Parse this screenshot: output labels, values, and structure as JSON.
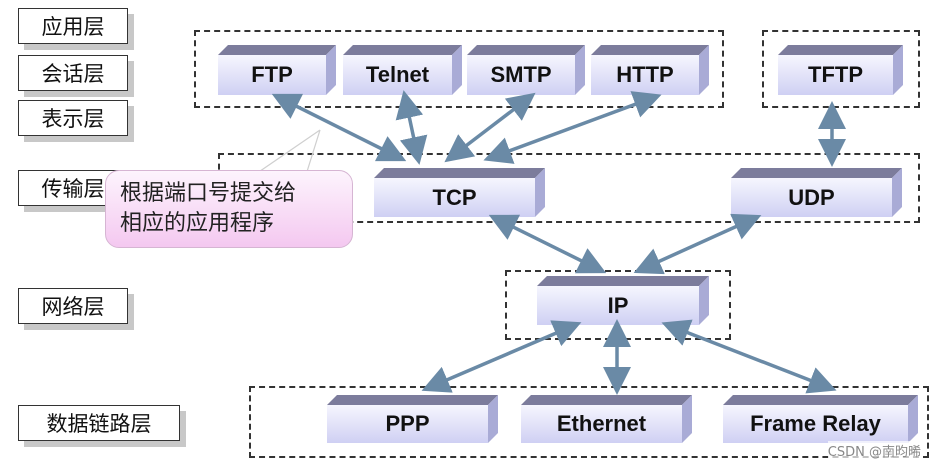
{
  "layers": [
    {
      "id": "application",
      "label": "应用层"
    },
    {
      "id": "session",
      "label": "会话层"
    },
    {
      "id": "presentation",
      "label": "表示层"
    },
    {
      "id": "transport",
      "label": "传输层"
    },
    {
      "id": "network",
      "label": "网络层"
    },
    {
      "id": "datalink",
      "label": "数据链路层"
    }
  ],
  "protocols": {
    "ftp": "FTP",
    "telnet": "Telnet",
    "smtp": "SMTP",
    "http": "HTTP",
    "tftp": "TFTP",
    "tcp": "TCP",
    "udp": "UDP",
    "ip": "IP",
    "ppp": "PPP",
    "ethernet": "Ethernet",
    "frame_relay": "Frame Relay"
  },
  "connections": [
    [
      "ftp",
      "tcp"
    ],
    [
      "telnet",
      "tcp"
    ],
    [
      "smtp",
      "tcp"
    ],
    [
      "http",
      "tcp"
    ],
    [
      "tftp",
      "udp"
    ],
    [
      "tcp",
      "ip"
    ],
    [
      "udp",
      "ip"
    ],
    [
      "ip",
      "ppp"
    ],
    [
      "ip",
      "ethernet"
    ],
    [
      "ip",
      "frame_relay"
    ]
  ],
  "callout": {
    "line1": "根据端口号提交给",
    "line2": "相应的应用程序"
  },
  "colors": {
    "arrow": "#6a8aa6",
    "box_top": "#7c7c9c",
    "box_side": "#a9abd6"
  },
  "watermark": "CSDN @南昀晞"
}
